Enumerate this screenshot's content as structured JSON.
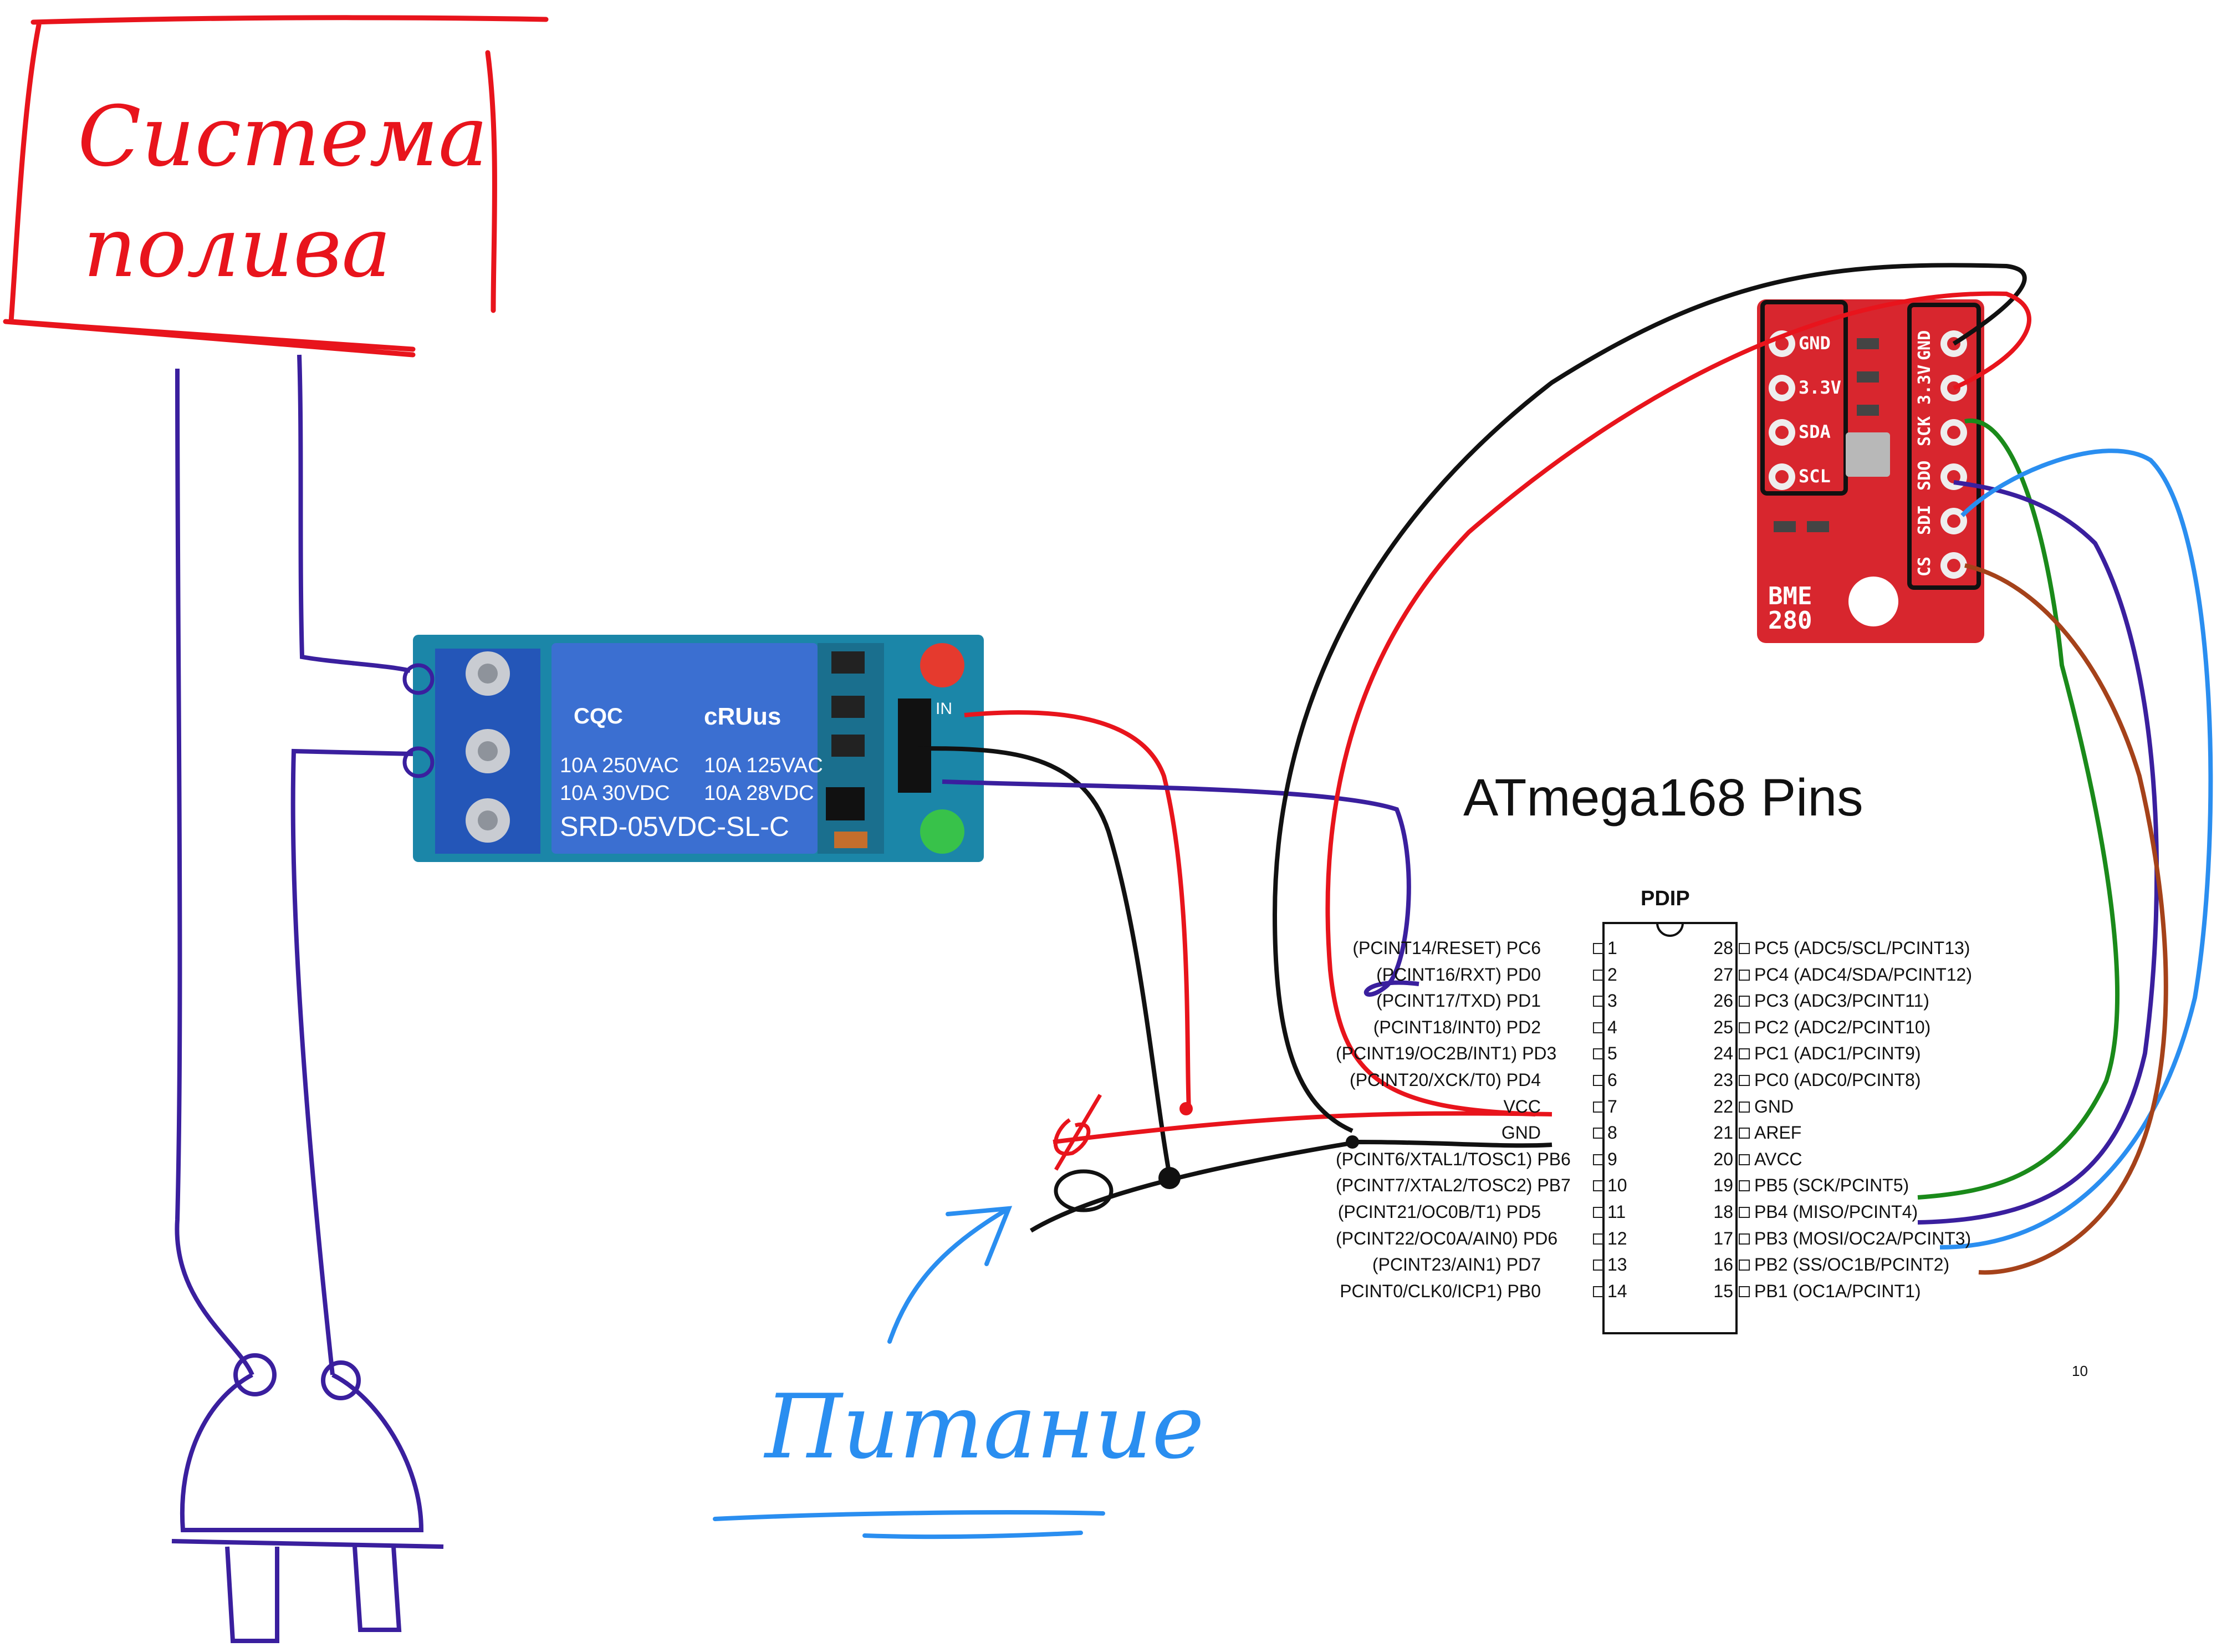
{
  "chip": {
    "title": "ATmega168 Pins",
    "package": "PDIP",
    "page_number": "10",
    "left_pins": [
      {
        "num": "1",
        "label": "(PCINT14/RESET) PC6"
      },
      {
        "num": "2",
        "label": "(PCINT16/RXT) PD0"
      },
      {
        "num": "3",
        "label": "(PCINT17/TXD) PD1"
      },
      {
        "num": "4",
        "label": "(PCINT18/INT0) PD2"
      },
      {
        "num": "5",
        "label": "(PCINT19/OC2B/INT1) PD3"
      },
      {
        "num": "6",
        "label": "(PCINT20/XCK/T0) PD4"
      },
      {
        "num": "7",
        "label": "VCC"
      },
      {
        "num": "8",
        "label": "GND"
      },
      {
        "num": "9",
        "label": "(PCINT6/XTAL1/TOSC1) PB6"
      },
      {
        "num": "10",
        "label": "(PCINT7/XTAL2/TOSC2) PB7"
      },
      {
        "num": "11",
        "label": "(PCINT21/OC0B/T1) PD5"
      },
      {
        "num": "12",
        "label": "(PCINT22/OC0A/AIN0) PD6"
      },
      {
        "num": "13",
        "label": "(PCINT23/AIN1) PD7"
      },
      {
        "num": "14",
        "label": "PCINT0/CLK0/ICP1) PB0"
      }
    ],
    "right_pins": [
      {
        "num": "28",
        "label": "PC5 (ADC5/SCL/PCINT13)"
      },
      {
        "num": "27",
        "label": "PC4 (ADC4/SDA/PCINT12)"
      },
      {
        "num": "26",
        "label": "PC3 (ADC3/PCINT11)"
      },
      {
        "num": "25",
        "label": "PC2 (ADC2/PCINT10)"
      },
      {
        "num": "24",
        "label": "PC1 (ADC1/PCINT9)"
      },
      {
        "num": "23",
        "label": "PC0 (ADC0/PCINT8)"
      },
      {
        "num": "22",
        "label": "GND"
      },
      {
        "num": "21",
        "label": "AREF"
      },
      {
        "num": "20",
        "label": "AVCC"
      },
      {
        "num": "19",
        "label": "PB5 (SCK/PCINT5)"
      },
      {
        "num": "18",
        "label": "PB4 (MISO/PCINT4)"
      },
      {
        "num": "17",
        "label": "PB3 (MOSI/OC2A/PCINT3)"
      },
      {
        "num": "16",
        "label": "PB2 (SS/OC1B/PCINT2)"
      },
      {
        "num": "15",
        "label": "PB1 (OC1A/PCINT1)"
      }
    ]
  },
  "relay": {
    "brand_mark": "CQC",
    "rating_left_1": "10A 250VAC",
    "rating_left_2": "10A 30VDC",
    "rating_right_1": "10A 125VAC",
    "rating_right_2": "10A 28VDC",
    "model": "SRD-05VDC-SL-C",
    "ul_mark": "cRUus",
    "pin_in": "IN"
  },
  "sensor": {
    "left_pads": [
      "GND",
      "3.3V",
      "SDA",
      "SCL"
    ],
    "right_pads": [
      "GND",
      "3.3V",
      "SCK",
      "SDO",
      "SDI",
      "CS"
    ],
    "name_line1": "BME",
    "name_line2": "280"
  },
  "handwriting": {
    "system_label_line1": "Система",
    "system_label_line2": "полива",
    "power_label": "Питание"
  },
  "colors": {
    "handwriting_red": "#e8141c",
    "wire_purple": "#3a1f9e",
    "wire_black": "#111111",
    "wire_green": "#1a8a1a",
    "wire_blue": "#2a8ef0",
    "wire_brown": "#a5421a",
    "annotation_blue": "#2a8ef0",
    "relay_board": "#1b86a8",
    "relay_body": "#3b6fd1",
    "sensor_board": "#d8262e"
  }
}
